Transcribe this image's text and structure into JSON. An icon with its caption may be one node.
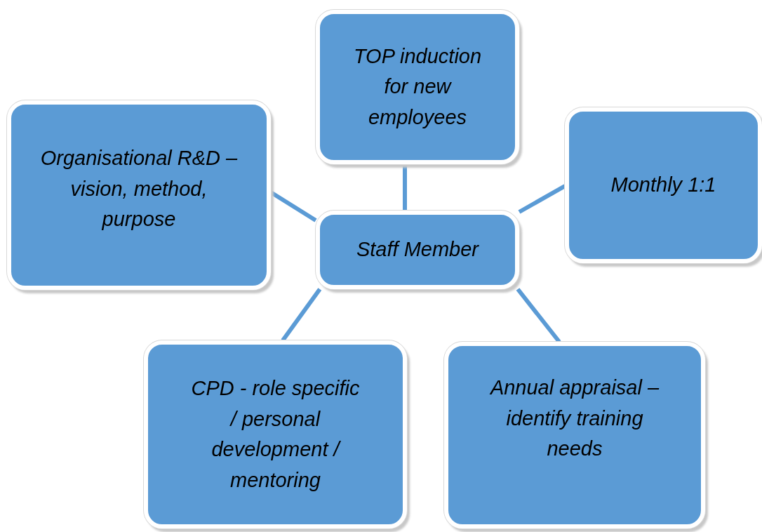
{
  "diagram": {
    "nodes": [
      {
        "text": [
          "TOP induction for new employees"
        ]
      },
      {
        "text": [
          "Organisational R&D – vision, method, purpose"
        ]
      },
      {
        "text": [
          "Monthly 1:1"
        ]
      },
      {
        "text": [
          "Staff Member"
        ]
      },
      {
        "text": [
          "CPD -  role specific / personal development / mentoring"
        ]
      },
      {
        "text": [
          "Annual appraisal – identify training needs"
        ]
      }
    ],
    "edges": [
      {
        "from": 3,
        "to": 0,
        "arrow": "none"
      },
      {
        "from": 3,
        "to": 1,
        "arrow": "none"
      },
      {
        "from": 3,
        "to": 2,
        "arrow": "none"
      },
      {
        "from": 3,
        "to": 4,
        "arrow": "none"
      },
      {
        "from": 3,
        "to": 5,
        "arrow": "none"
      }
    ]
  }
}
